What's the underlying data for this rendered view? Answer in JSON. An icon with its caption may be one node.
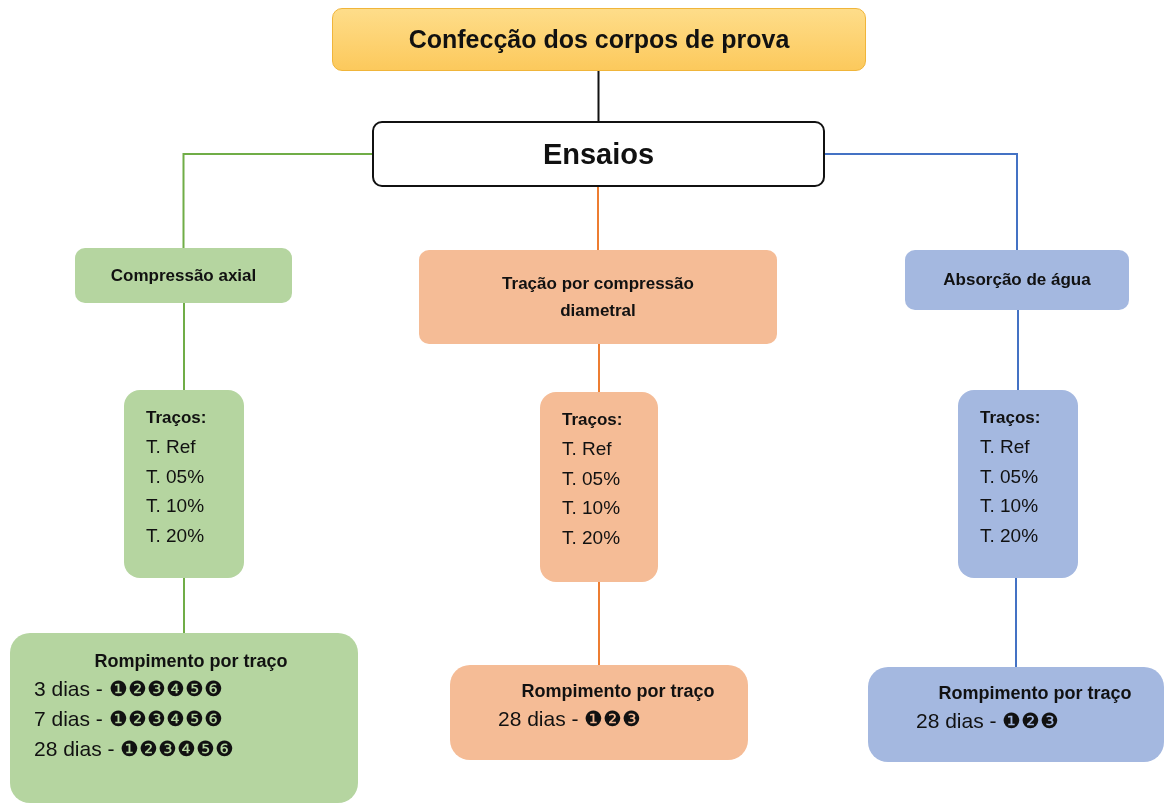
{
  "diagram": {
    "nodes": [
      {
        "text": [
          "Confecção dos corpos de prova"
        ]
      },
      {
        "text": [
          "Ensaios"
        ]
      },
      {
        "text": [
          "Compressão axial"
        ]
      },
      {
        "text": [
          "Tração por compressão diametral"
        ]
      },
      {
        "text": [
          "Absorção de água"
        ]
      },
      {
        "text": [
          "Traços:",
          "T. Ref",
          "T. 05%",
          "T. 10%",
          "T. 20%"
        ]
      },
      {
        "text": [
          "Traços:",
          "T. Ref",
          "T. 05%",
          "T. 10%",
          "T. 20%"
        ]
      },
      {
        "text": [
          "Traços:",
          "T. Ref",
          "T. 05%",
          "T. 10%",
          "T. 20%"
        ]
      },
      {
        "text": [
          "Rompimento por traço",
          "3 dias - ❶❷❸❹❺❻",
          "7 dias - ❶❷❸❹❺❻",
          "28 dias - ❶❷❸❹❺❻"
        ]
      },
      {
        "text": [
          "Rompimento por traço",
          "28 dias - ❶❷❸"
        ]
      },
      {
        "text": [
          "Rompimento por traço",
          "28 dias - ❶❷❸"
        ]
      }
    ],
    "edges": [
      {
        "from": 0,
        "to": 1,
        "arrow": "none",
        "color": "#111111"
      },
      {
        "from": 1,
        "to": 2,
        "arrow": "none",
        "color": "#70ad47"
      },
      {
        "from": 1,
        "to": 3,
        "arrow": "none",
        "color": "#ed7d31"
      },
      {
        "from": 1,
        "to": 4,
        "arrow": "none",
        "color": "#4472c4"
      },
      {
        "from": 2,
        "to": 5,
        "arrow": "none",
        "color": "#70ad47"
      },
      {
        "from": 5,
        "to": 8,
        "arrow": "none",
        "color": "#70ad47"
      },
      {
        "from": 3,
        "to": 6,
        "arrow": "none",
        "color": "#ed7d31"
      },
      {
        "from": 6,
        "to": 9,
        "arrow": "none",
        "color": "#ed7d31"
      },
      {
        "from": 4,
        "to": 7,
        "arrow": "none",
        "color": "#4472c4"
      },
      {
        "from": 7,
        "to": 10,
        "arrow": "none",
        "color": "#4472c4"
      }
    ]
  }
}
